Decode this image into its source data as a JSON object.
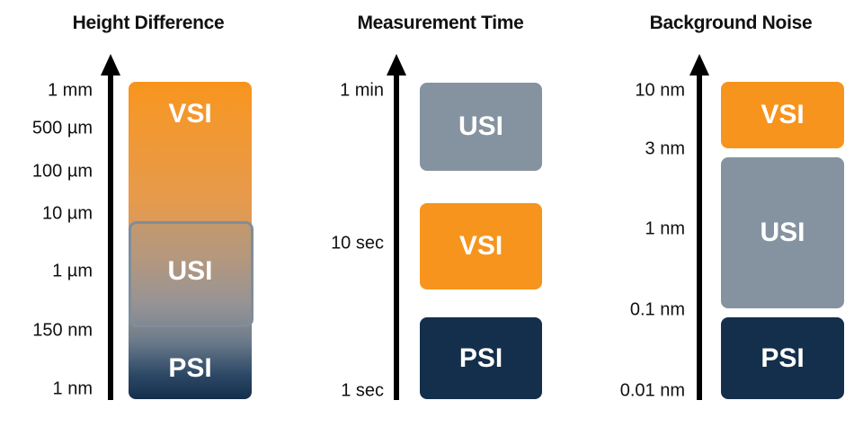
{
  "panels": [
    {
      "title": "Height Difference",
      "ticks": [
        "1 mm",
        "500 µm",
        "100 µm",
        "10 µm",
        "1 µm",
        "150 nm",
        "1 nm"
      ],
      "boxes": [
        "VSI",
        "USI",
        "PSI"
      ]
    },
    {
      "title": "Measurement Time",
      "ticks": [
        "1 min",
        "10 sec",
        "1 sec"
      ],
      "boxes": [
        "USI",
        "VSI",
        "PSI"
      ]
    },
    {
      "title": "Background Noise",
      "ticks": [
        "10 nm",
        "3 nm",
        "1 nm",
        "0.1 nm",
        "0.01 nm"
      ],
      "boxes": [
        "VSI",
        "USI",
        "PSI"
      ]
    }
  ],
  "colors": {
    "vsi": "#f7941d",
    "usi": "#8593a0",
    "psi": "#142f4b"
  }
}
